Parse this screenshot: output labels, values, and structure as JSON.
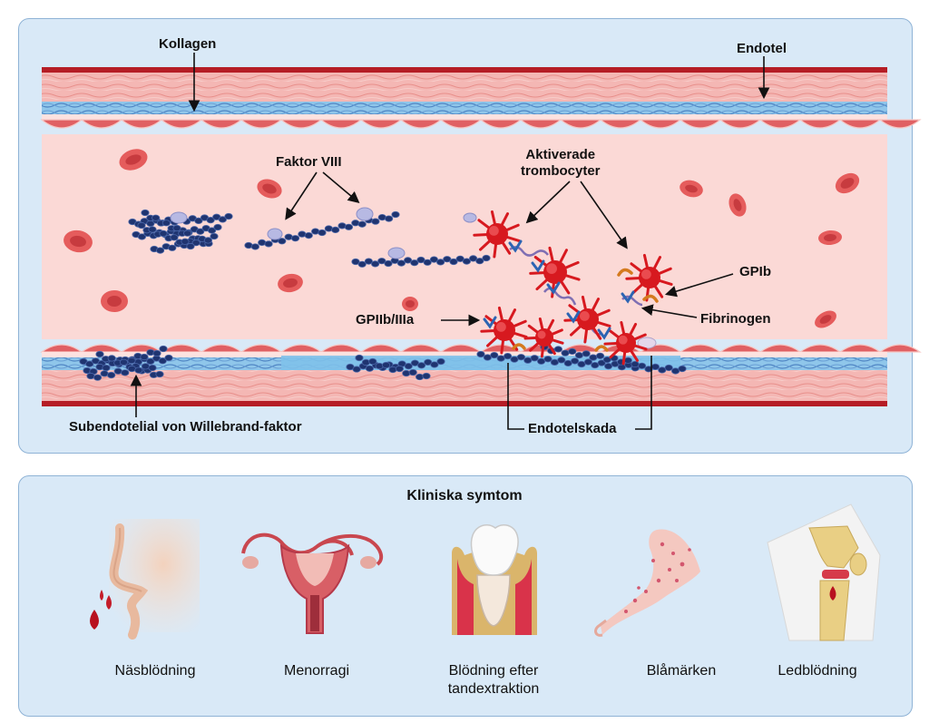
{
  "mechanism": {
    "labels": {
      "collagen": "Kollagen",
      "endothelium": "Endotel",
      "factor_viii": "Faktor VIII",
      "activated_platelets": "Aktiverade\ntrombocyter",
      "gpib": "GPIb",
      "gpiib_iiia": "GPIIb/IIIa",
      "fibrinogen": "Fibrinogen",
      "subendothelial_vwf": "Subendotelial von Willebrand-faktor",
      "endothelial_damage": "Endotelskada"
    },
    "colors": {
      "vessel_wall": "#f4b7b4",
      "endothelium_cells": "#e06063",
      "lumen": "#fbd9d6",
      "collagen_layer": "#8fc6ea",
      "vwf_multimer": "#1f3470",
      "platelet": "#d7191f",
      "factor_viii": "#b7b9e3",
      "gpib": "#d47a1e"
    }
  },
  "clinical": {
    "title": "Kliniska symtom",
    "symptoms": [
      {
        "label": "Näsblödning",
        "icon": "nose-bleed-icon"
      },
      {
        "label": "Menorragi",
        "icon": "uterus-icon"
      },
      {
        "label": "Blödning efter\ntandextraktion",
        "icon": "tooth-icon"
      },
      {
        "label": "Blåmärken",
        "icon": "bruised-arm-icon"
      },
      {
        "label": "Ledblödning",
        "icon": "knee-joint-icon"
      }
    ]
  }
}
